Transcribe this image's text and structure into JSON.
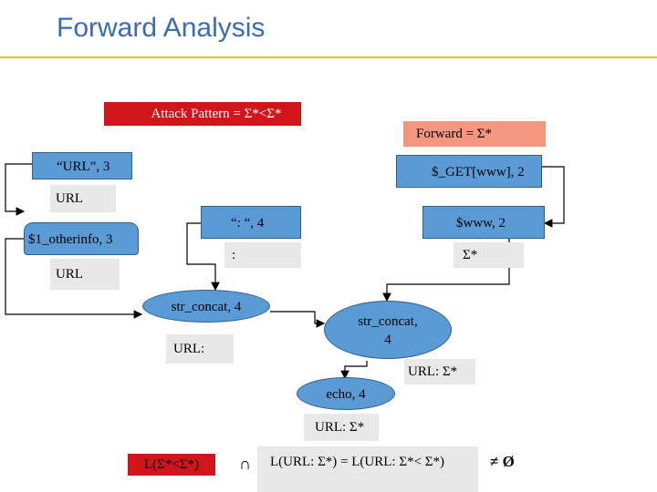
{
  "title": "Forward Analysis",
  "attack_pattern": "Attack Pattern = Σ*<Σ*",
  "forward_label": "Forward = Σ*",
  "nodes": {
    "url_node": "“URL”,   3",
    "get_node": "$_GET[www],   2",
    "url_label_1": "URL",
    "otherinfo_node": "$1_otherinfo,   3",
    "colon_node": "“: “,   4",
    "www_node": "$www,   2",
    "colon_label": ":",
    "sigma_label": "Σ*",
    "url_label_2": "URL",
    "concat1_node": "str_concat,   4",
    "concat2_line1": "str_concat,",
    "concat2_line2": "4",
    "url_colon_label": "URL:",
    "url_sigma_label_1": "URL: Σ*",
    "echo_node": "echo,   4",
    "url_sigma_label_2": "URL: Σ*"
  },
  "bottom": {
    "lang_attack": "L(Σ*<Σ*)",
    "intersect": "∩",
    "equation": "L(URL: Σ*) = L(URL: Σ*< Σ*)",
    "not_empty": "≠ Ø"
  },
  "colors": {
    "title": "#3b6bb5",
    "node_fill": "#5b9bd5",
    "attack_red": "#d0161b",
    "forward_salmon": "#f4977e",
    "label_gray": "#e8e8e8"
  }
}
